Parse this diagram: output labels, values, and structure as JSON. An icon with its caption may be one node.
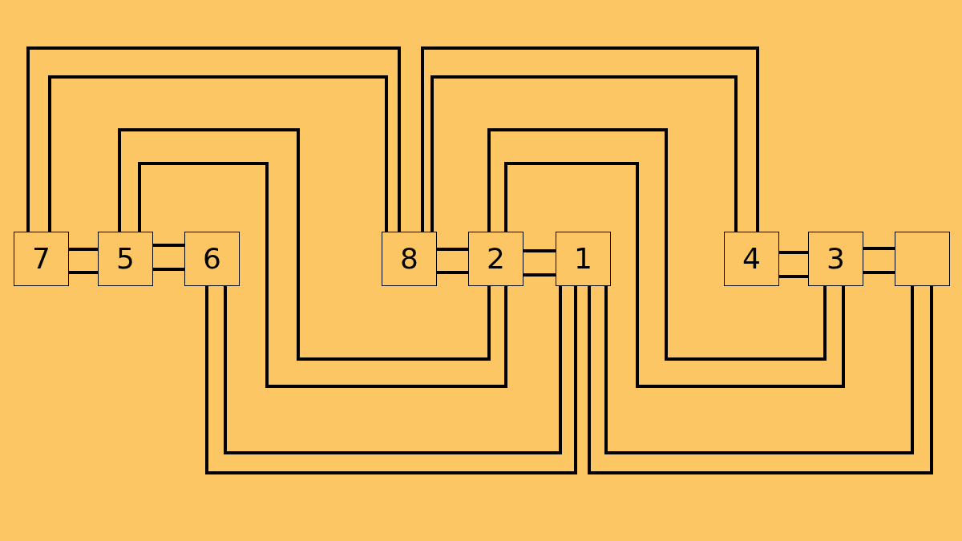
{
  "diagram": {
    "nodes": [
      {
        "text": [
          "7"
        ]
      },
      {
        "text": [
          "5"
        ]
      },
      {
        "text": [
          "6"
        ]
      },
      {
        "text": [
          "8"
        ]
      },
      {
        "text": [
          "2"
        ]
      },
      {
        "text": [
          "1"
        ]
      },
      {
        "text": [
          "4"
        ]
      },
      {
        "text": [
          "3"
        ]
      },
      {
        "text": [],
        "shape": "box"
      }
    ],
    "edges": [
      {
        "from": 0,
        "to": 1,
        "arrow": "none"
      },
      {
        "from": 0,
        "to": 1,
        "arrow": "none"
      },
      {
        "from": 1,
        "to": 2,
        "arrow": "none"
      },
      {
        "from": 1,
        "to": 2,
        "arrow": "none"
      },
      {
        "from": 3,
        "to": 4,
        "arrow": "none"
      },
      {
        "from": 3,
        "to": 4,
        "arrow": "none"
      },
      {
        "from": 4,
        "to": 5,
        "arrow": "none"
      },
      {
        "from": 4,
        "to": 5,
        "arrow": "none"
      },
      {
        "from": 6,
        "to": 7,
        "arrow": "none"
      },
      {
        "from": 6,
        "to": 7,
        "arrow": "none"
      },
      {
        "from": 7,
        "to": 8,
        "arrow": "none"
      },
      {
        "from": 7,
        "to": 8,
        "arrow": "none"
      },
      {
        "from": 0,
        "to": 3,
        "arrow": "none"
      },
      {
        "from": 0,
        "to": 3,
        "arrow": "none"
      },
      {
        "from": 1,
        "to": 4,
        "arrow": "none"
      },
      {
        "from": 1,
        "to": 4,
        "arrow": "none"
      },
      {
        "from": 3,
        "to": 6,
        "arrow": "none"
      },
      {
        "from": 3,
        "to": 6,
        "arrow": "none"
      },
      {
        "from": 4,
        "to": 7,
        "arrow": "none"
      },
      {
        "from": 4,
        "to": 7,
        "arrow": "none"
      },
      {
        "from": 2,
        "to": 5,
        "arrow": "none"
      },
      {
        "from": 2,
        "to": 5,
        "arrow": "none"
      },
      {
        "from": 5,
        "to": 8,
        "arrow": "none"
      },
      {
        "from": 5,
        "to": 8,
        "arrow": "none"
      }
    ]
  }
}
